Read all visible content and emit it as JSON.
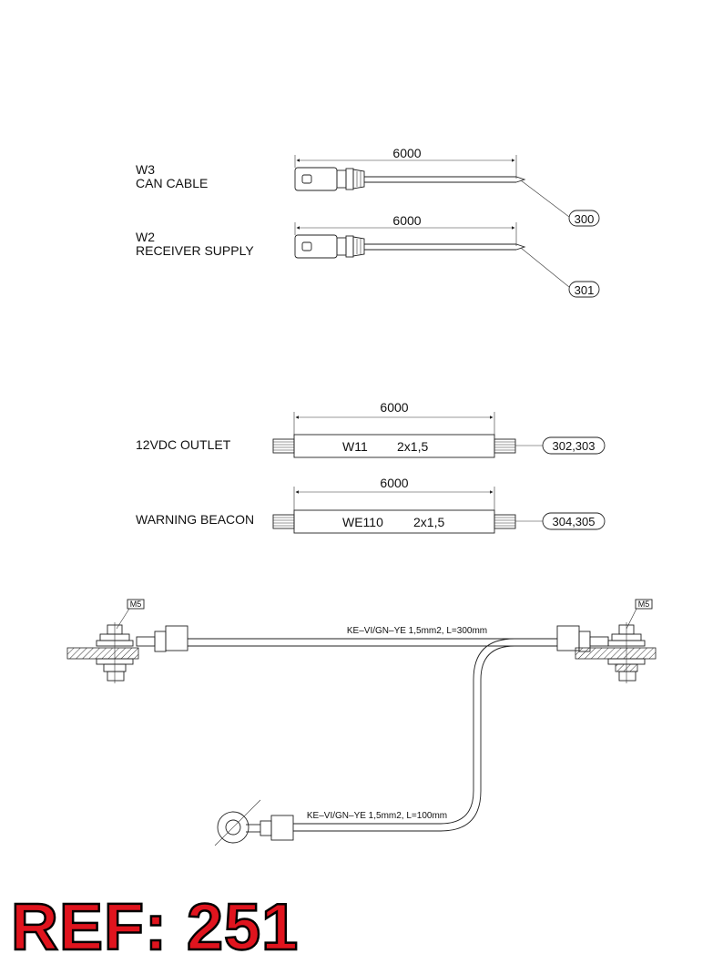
{
  "cables_top": [
    {
      "code": "W3",
      "name": "CAN CABLE",
      "length": "6000",
      "ref": "300"
    },
    {
      "code": "W2",
      "name": "RECEIVER SUPPLY",
      "length": "6000",
      "ref": "301"
    }
  ],
  "cables_mid": [
    {
      "name": "12VDC OUTLET",
      "length": "6000",
      "code": "W11",
      "spec": "2x1,5",
      "ref": "302,303"
    },
    {
      "name": "WARNING BEACON",
      "length": "6000",
      "code": "WE110",
      "spec": "2x1,5",
      "ref": "304,305"
    }
  ],
  "ground": {
    "bolt_left": "M5",
    "bolt_right": "M5",
    "wire_long": "KE–VI/GN–YE 1,5mm2, L=300mm",
    "wire_short": "KE–VI/GN–YE 1,5mm2, L=100mm"
  },
  "ref_label": "REF: 251"
}
